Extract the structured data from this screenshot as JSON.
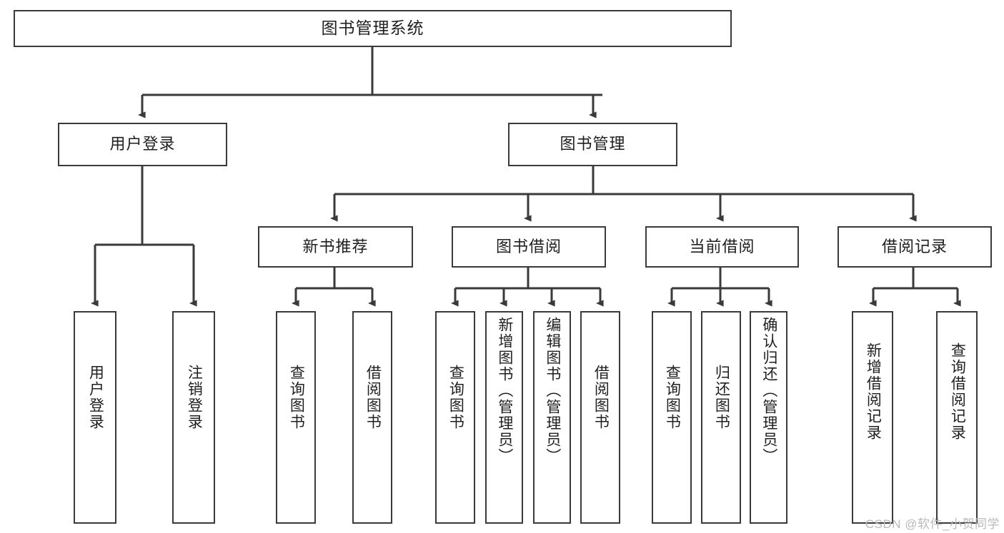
{
  "diagram": {
    "title_node": {
      "id": "root",
      "label": "图书管理系统"
    },
    "level2": [
      {
        "id": "user-login",
        "label": "用户登录"
      },
      {
        "id": "book-management",
        "label": "图书管理"
      }
    ],
    "level3": [
      {
        "id": "new-book-recommend",
        "label": "新书推荐"
      },
      {
        "id": "book-borrow",
        "label": "图书借阅"
      },
      {
        "id": "current-borrow",
        "label": "当前借阅"
      },
      {
        "id": "borrow-record",
        "label": "借阅记录"
      }
    ],
    "leaves": {
      "user_login": [
        {
          "id": "leaf-user-login",
          "label": "用户登录"
        },
        {
          "id": "leaf-logout",
          "label": "注销登录"
        }
      ],
      "new_book_recommend": [
        {
          "id": "leaf-query-book-1",
          "label": "查询图书"
        },
        {
          "id": "leaf-borrow-book-1",
          "label": "借阅图书"
        }
      ],
      "book_borrow": [
        {
          "id": "leaf-query-book-2",
          "label": "查询图书"
        },
        {
          "id": "leaf-add-book",
          "label": "新增图书（管理员）"
        },
        {
          "id": "leaf-edit-book",
          "label": "编辑图书（管理员）"
        },
        {
          "id": "leaf-borrow-book-2",
          "label": "借阅图书"
        }
      ],
      "current_borrow": [
        {
          "id": "leaf-query-book-3",
          "label": "查询图书"
        },
        {
          "id": "leaf-return-book",
          "label": "归还图书"
        },
        {
          "id": "leaf-confirm-return",
          "label": "确认归还（管理员）"
        }
      ],
      "borrow_record": [
        {
          "id": "leaf-add-record",
          "label": "新增借阅记录"
        },
        {
          "id": "leaf-query-record",
          "label": "查询借阅记录"
        }
      ]
    },
    "colors": {
      "stroke": "#3a3a3a",
      "background": "#ffffff",
      "text": "#1f1f1f",
      "watermark": "#b9b9b9"
    }
  },
  "watermark": {
    "text": "CSDN @软件_小贺同学"
  }
}
